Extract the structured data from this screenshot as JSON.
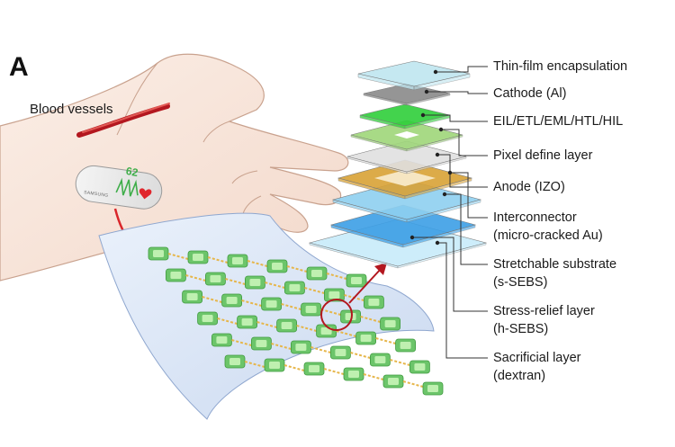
{
  "panel_label": "A",
  "blood_vessels_label": "Blood vessels",
  "device_brand": "SAMSUNG",
  "heart_rate": "62",
  "layers": [
    {
      "line1": "Thin-film encapsulation",
      "line2": "",
      "color": "#bfe6f0"
    },
    {
      "line1": "Cathode (Al)",
      "line2": "",
      "color": "#8a8a8a"
    },
    {
      "line1": "EIL/ETL/EML/HTL/HIL",
      "line2": "",
      "color": "#2fcf3a"
    },
    {
      "line1": "Pixel define layer",
      "line2": "",
      "color": "#9fd67a"
    },
    {
      "line1": "Anode (IZO)",
      "line2": "",
      "color": "#e0e0e0"
    },
    {
      "line1": "Interconnector",
      "line2": "(micro-cracked Au)",
      "color": "#d9a236"
    },
    {
      "line1": "Stretchable substrate",
      "line2": "(s-SEBS)",
      "color": "#8fd0f0"
    },
    {
      "line1": "Stress-relief layer",
      "line2": "(h-SEBS)",
      "color": "#3c9fe6"
    },
    {
      "line1": "Sacrificial layer",
      "line2": "(dextran)",
      "color": "#c8ecfa"
    }
  ]
}
